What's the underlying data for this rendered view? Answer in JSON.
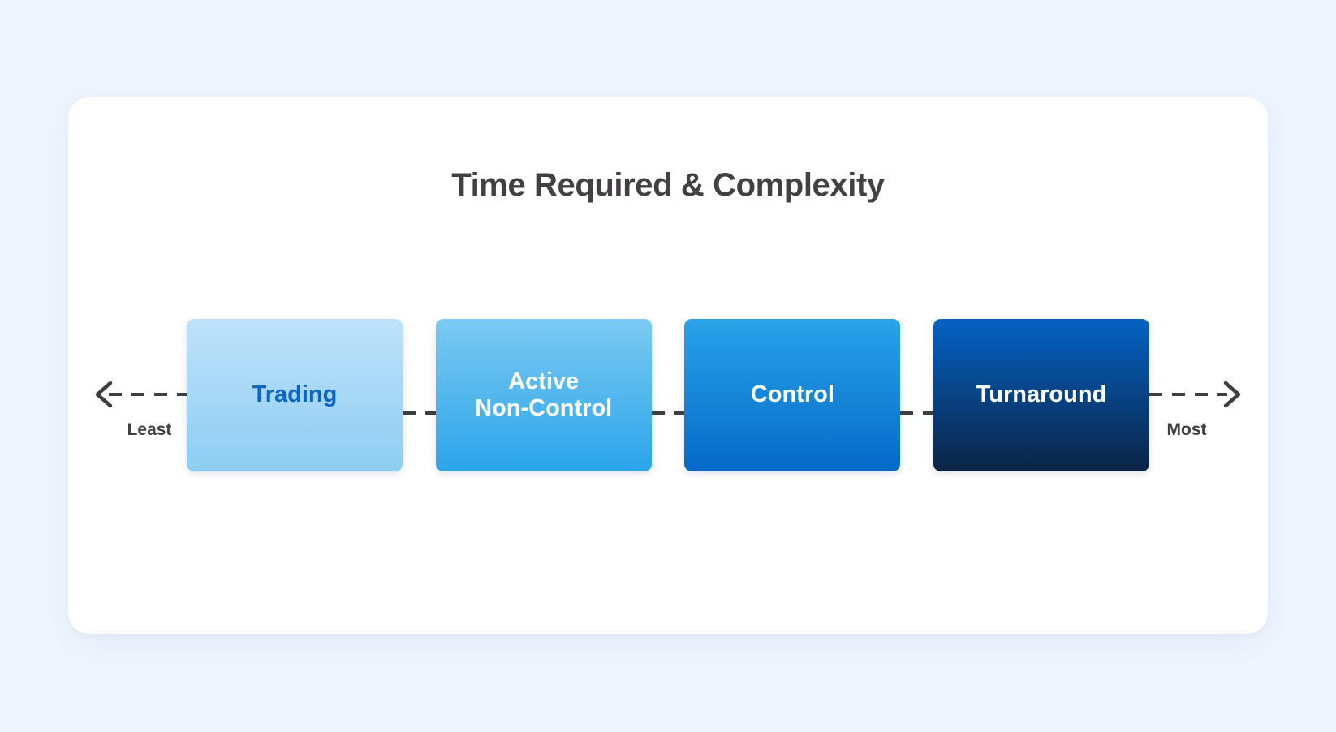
{
  "page": {
    "background_color": "#eff5fe",
    "card_background": "#ffffff"
  },
  "card": {
    "title": "Time Required & Complexity"
  },
  "scale": {
    "left_label": "Least",
    "right_label": "Most",
    "left_arrow_icon": "arrow-left-dashed-icon",
    "right_arrow_icon": "arrow-right-dashed-icon",
    "connector_icon": "dashed-connector-icon",
    "line_color": "#3f3d42"
  },
  "chart_data": {
    "type": "diagram",
    "title": "Time Required & Complexity",
    "axis_label_low": "Least",
    "axis_label_high": "Most",
    "categories": [
      "Trading",
      "Active Non-Control",
      "Control",
      "Turnaround"
    ],
    "values": [
      1,
      2,
      3,
      4
    ],
    "ordering": "left-to-right increasing time required and complexity"
  },
  "nodes": [
    {
      "label": "Trading",
      "line1": "Trading",
      "line2": "",
      "text_color": "#0c66c4",
      "gradient_top": "#bfe2fa",
      "gradient_bottom": "#8ecdf2"
    },
    {
      "label": "Active Non-Control",
      "line1": "Active",
      "line2": "Non-Control",
      "text_color": "#ffffff",
      "gradient_top": "#7ccaf2",
      "gradient_bottom": "#2aa4ea"
    },
    {
      "label": "Control",
      "line1": "Control",
      "line2": "",
      "text_color": "#ffffff",
      "gradient_top": "#29a3e8",
      "gradient_bottom": "#0569c8"
    },
    {
      "label": "Turnaround",
      "line1": "Turnaround",
      "line2": "",
      "text_color": "#ffffff",
      "gradient_top": "#0562c4",
      "gradient_bottom": "#0b2446"
    }
  ]
}
